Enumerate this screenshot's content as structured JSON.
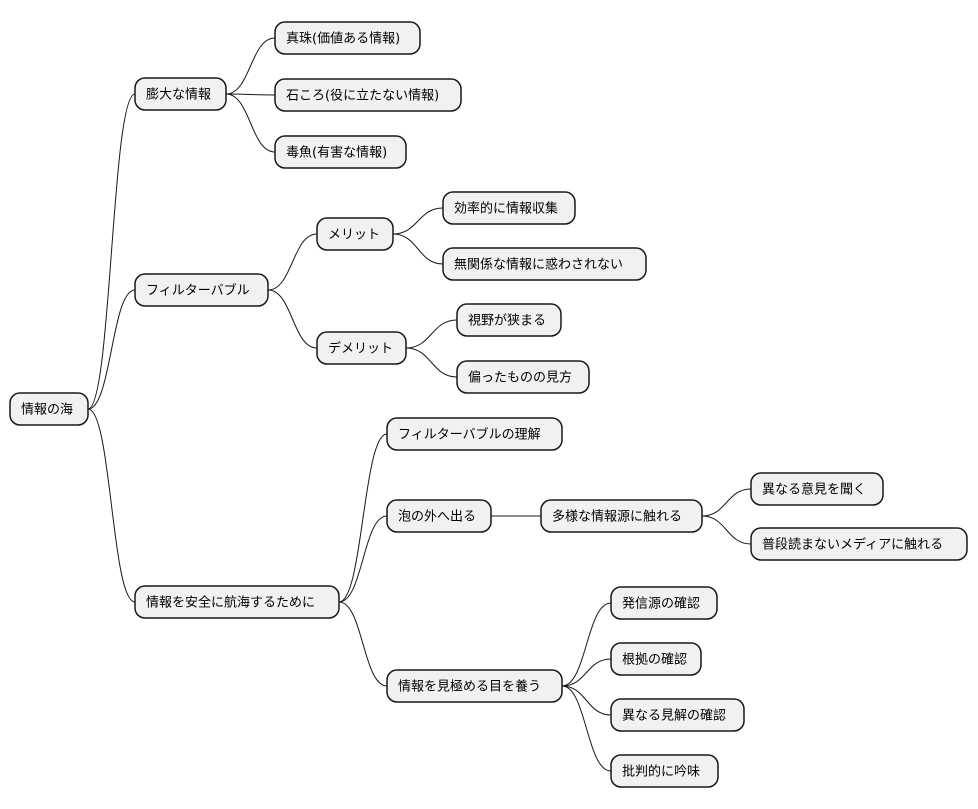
{
  "colors": {
    "node_fill": "#f1f1f1",
    "node_border": "#181818",
    "edge": "#181818",
    "text": "#000000",
    "background": "#ffffff"
  },
  "mindmap": {
    "root": "情報の海",
    "branches": [
      {
        "label": "膨大な情報",
        "children": [
          {
            "label": "真珠(価値ある情報)"
          },
          {
            "label": "石ころ(役に立たない情報)"
          },
          {
            "label": "毒魚(有害な情報)"
          }
        ]
      },
      {
        "label": "フィルターバブル",
        "children": [
          {
            "label": "メリット",
            "children": [
              {
                "label": "効率的に情報収集"
              },
              {
                "label": "無関係な情報に惑わされない"
              }
            ]
          },
          {
            "label": "デメリット",
            "children": [
              {
                "label": "視野が狭まる"
              },
              {
                "label": "偏ったものの見方"
              }
            ]
          }
        ]
      },
      {
        "label": "情報を安全に航海するために",
        "children": [
          {
            "label": "フィルターバブルの理解"
          },
          {
            "label": "泡の外へ出る",
            "children": [
              {
                "label": "多様な情報源に触れる",
                "children": [
                  {
                    "label": "異なる意見を聞く"
                  },
                  {
                    "label": "普段読まないメディアに触れる"
                  }
                ]
              }
            ]
          },
          {
            "label": "情報を見極める目を養う",
            "children": [
              {
                "label": "発信源の確認"
              },
              {
                "label": "根拠の確認"
              },
              {
                "label": "異なる見解の確認"
              },
              {
                "label": "批判的に吟味"
              }
            ]
          }
        ]
      }
    ]
  }
}
